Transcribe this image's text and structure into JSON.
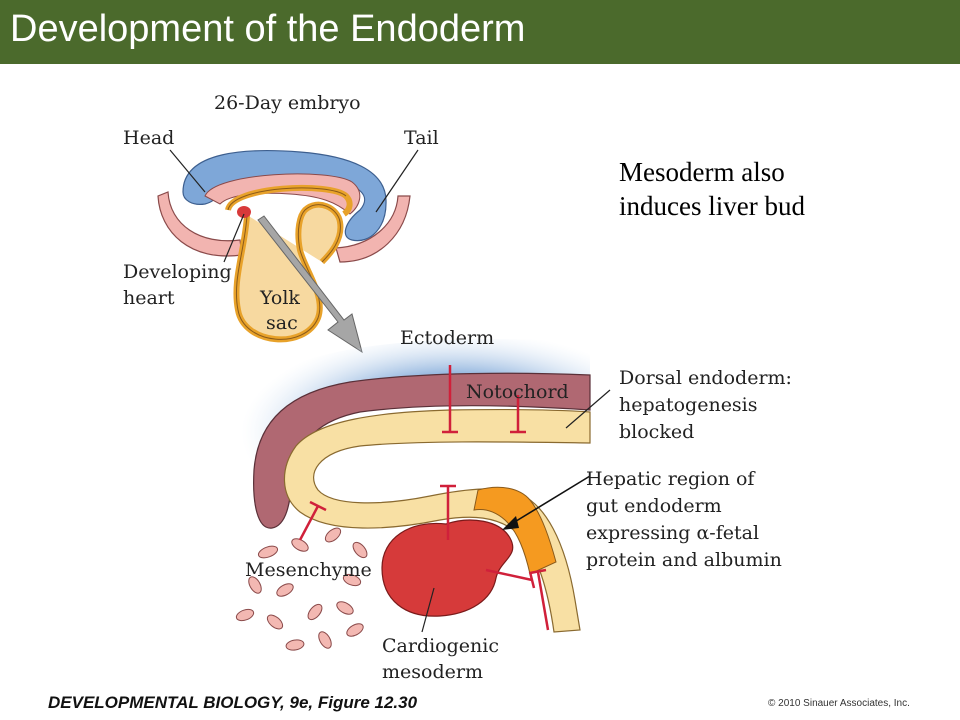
{
  "title": "Development of the Endoderm",
  "note": "Mesoderm also induces liver bud",
  "labels": {
    "embryo": "26-Day embryo",
    "head": "Head",
    "tail": "Tail",
    "heart_line1": "Developing",
    "heart_line2": "heart",
    "yolk_line1": "Yolk",
    "yolk_line2": "sac",
    "ectoderm": "Ectoderm",
    "notochord": "Notochord",
    "dorsal_line1": "Dorsal endoderm:",
    "dorsal_line2": "hepatogenesis",
    "dorsal_line3": "blocked",
    "hepatic_line1": "Hepatic region of",
    "hepatic_line2": "gut endoderm",
    "hepatic_line3": "expressing α-fetal",
    "hepatic_line4": "protein and albumin",
    "mesenchyme": "Mesenchyme",
    "cardio_line1": "Cardiogenic",
    "cardio_line2": "mesoderm"
  },
  "footer": {
    "citation": "DEVELOPMENTAL BIOLOGY, 9e, Figure 12.30",
    "copyright": "© 2010 Sinauer Associates, Inc."
  }
}
